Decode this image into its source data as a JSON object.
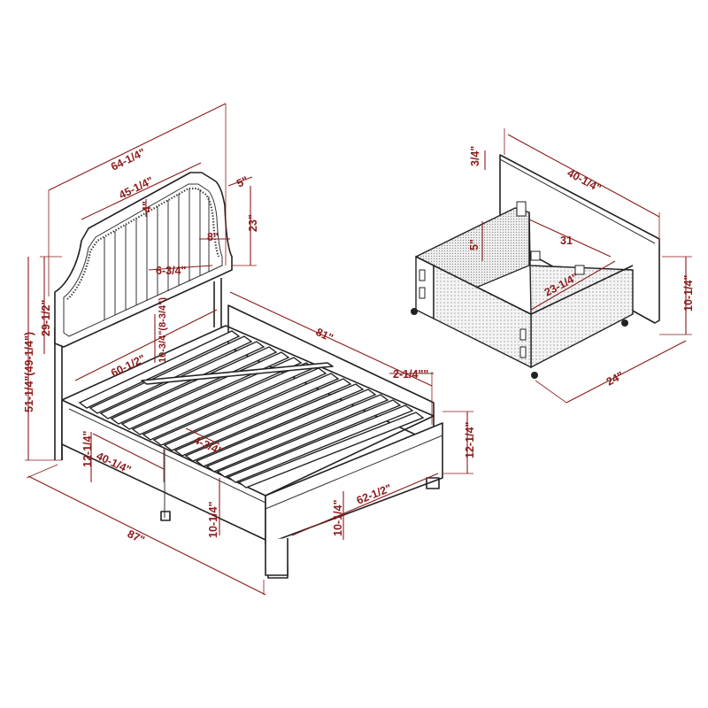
{
  "colors": {
    "dimension": "#8b1a1a",
    "outline": "#222222",
    "background": "#ffffff"
  },
  "bed": {
    "headboard_width": "64-1/4\"",
    "headboard_inner_width": "45-1/4\"",
    "top_inset": "4\"",
    "rail_thickness": "5\"",
    "headboard_side_height": "23\"",
    "panel_width": "8\"",
    "panel_spacing": "6-3/4\"",
    "headboard_panel_height": "29-1/2\"",
    "overall_height": "51-1/4\"(49-1/4\")",
    "inner_width": "60-1/2\"",
    "leg_clearance": "10-3/4\"(8-3/4\")",
    "side_length": "81\"",
    "foot_offset": "2-1/4\"\"",
    "frame_height_right": "12-1/4\"",
    "frame_height_left": "12-1/4\"",
    "drawer_opening_width": "40-1/4\"",
    "slat_gap": "4-3/4\"",
    "drawer_height_front": "10-1/4\"",
    "drawer_height_side": "10-1/4\"",
    "inner_length": "62-1/2\"",
    "overall_length": "87\""
  },
  "drawer": {
    "front_thickness": "3/4\"",
    "front_width": "40-1/4\"",
    "interior_depth": "5\"",
    "interior_width": "31",
    "interior_length": "23-1/4\"",
    "front_height": "10-1/4\"",
    "overall_depth": "24\""
  }
}
